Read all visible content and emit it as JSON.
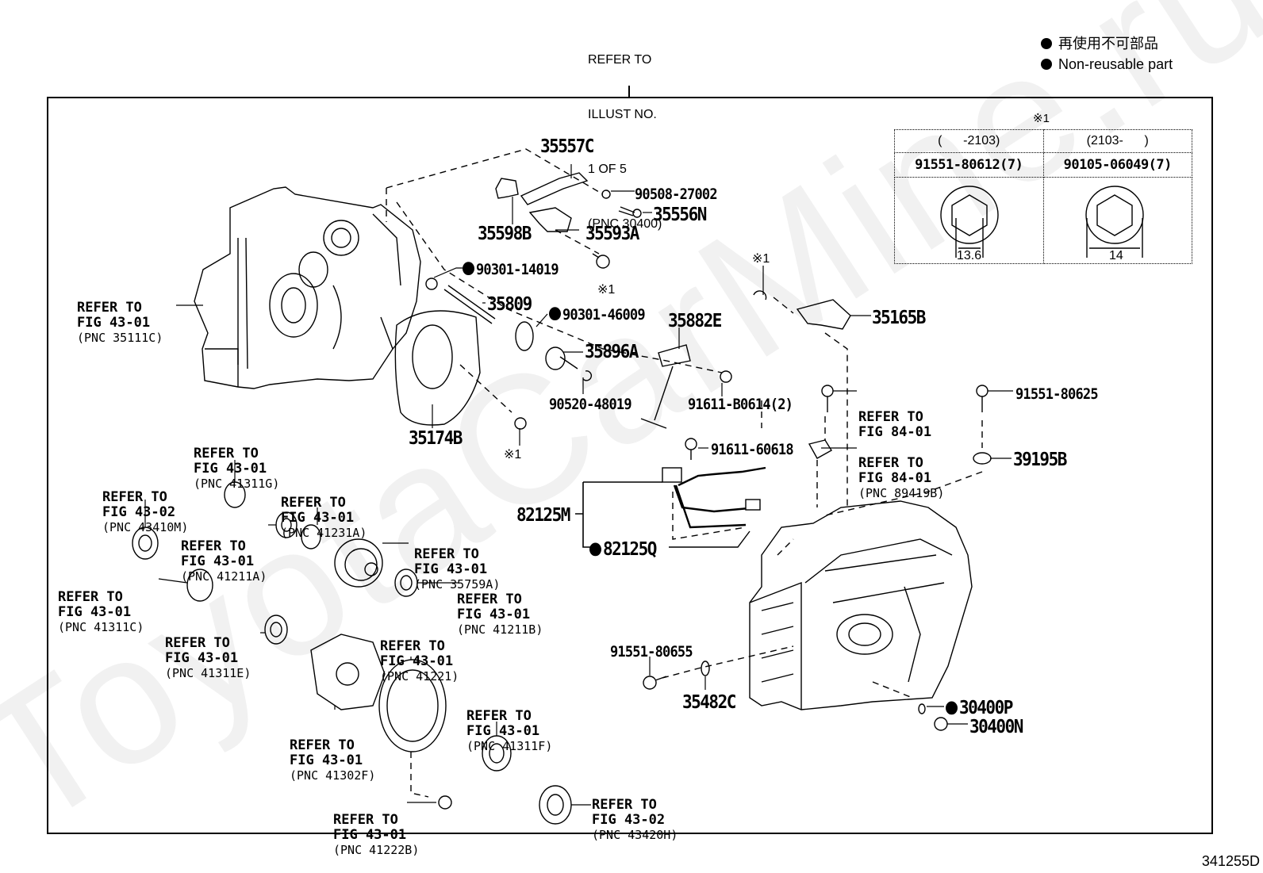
{
  "header": {
    "refer_note": [
      "REFER TO",
      "ILLUST NO.",
      "1 OF 5",
      "(PNC 30400)"
    ]
  },
  "legend": {
    "items": [
      {
        "symbol": "filled-circle",
        "label": "再使用不可部品"
      },
      {
        "symbol": "filled-circle",
        "label": "Non-reusable part"
      }
    ]
  },
  "watermark": "ToyotaCarMine.ru",
  "spec_table": {
    "note_mark": "※1",
    "columns": [
      {
        "range": "(      -2103)",
        "part": "91551-80612(7)",
        "dimension": "13.6"
      },
      {
        "range": "(2103-      )",
        "part": "90105-06049(7)",
        "dimension": "14"
      }
    ]
  },
  "part_labels": [
    {
      "id": "35557C",
      "text": "35557C",
      "non_reusable": false
    },
    {
      "id": "90508-27002",
      "text": "90508-27002",
      "non_reusable": false
    },
    {
      "id": "35556N",
      "text": "35556N",
      "non_reusable": false
    },
    {
      "id": "35598B",
      "text": "35598B",
      "non_reusable": false
    },
    {
      "id": "35593A",
      "text": "35593A",
      "non_reusable": false
    },
    {
      "id": "90301-14019",
      "text": "90301-14019",
      "non_reusable": true
    },
    {
      "id": "35809",
      "text": "35809",
      "non_reusable": false
    },
    {
      "id": "90301-46009",
      "text": "90301-46009",
      "non_reusable": true
    },
    {
      "id": "35882E",
      "text": "35882E",
      "non_reusable": false
    },
    {
      "id": "35896A",
      "text": "35896A",
      "non_reusable": false
    },
    {
      "id": "90520-48019",
      "text": "90520-48019",
      "non_reusable": false
    },
    {
      "id": "91611-B0614",
      "text": "91611-B0614(2)",
      "non_reusable": false
    },
    {
      "id": "35174B",
      "text": "35174B",
      "non_reusable": false
    },
    {
      "id": "35165B",
      "text": "35165B",
      "non_reusable": false
    },
    {
      "id": "91551-80625",
      "text": "91551-80625",
      "non_reusable": false
    },
    {
      "id": "39195B",
      "text": "39195B",
      "non_reusable": false
    },
    {
      "id": "91611-60618",
      "text": "91611-60618",
      "non_reusable": false
    },
    {
      "id": "82125M",
      "text": "82125M",
      "non_reusable": false
    },
    {
      "id": "82125Q",
      "text": "82125Q",
      "non_reusable": true
    },
    {
      "id": "91551-80655",
      "text": "91551-80655",
      "non_reusable": false
    },
    {
      "id": "35482C",
      "text": "35482C",
      "non_reusable": false
    },
    {
      "id": "30400P",
      "text": "30400P",
      "non_reusable": true
    },
    {
      "id": "30400N",
      "text": "30400N",
      "non_reusable": false
    }
  ],
  "note_marks": [
    "※1",
    "※1",
    "※1",
    "※1"
  ],
  "references": [
    {
      "lines": [
        "REFER TO",
        "FIG 43-01"
      ],
      "pnc": "(PNC 35111C)"
    },
    {
      "lines": [
        "REFER TO",
        "FIG 84-01"
      ],
      "pnc": ""
    },
    {
      "lines": [
        "REFER TO",
        "FIG 84-01"
      ],
      "pnc": "(PNC 89419B)"
    },
    {
      "lines": [
        "REFER TO",
        "FIG 43-01"
      ],
      "pnc": "(PNC 41311G)"
    },
    {
      "lines": [
        "REFER TO",
        "FIG 43-02"
      ],
      "pnc": "(PNC 43410M)"
    },
    {
      "lines": [
        "REFER TO",
        "FIG 43-01"
      ],
      "pnc": "(PNC 41231A)"
    },
    {
      "lines": [
        "REFER TO",
        "FIG 43-01"
      ],
      "pnc": "(PNC 41211A)"
    },
    {
      "lines": [
        "REFER TO",
        "FIG 43-01"
      ],
      "pnc": "(PNC 35759A)"
    },
    {
      "lines": [
        "REFER TO",
        "FIG 43-01"
      ],
      "pnc": "(PNC 41311C)"
    },
    {
      "lines": [
        "REFER TO",
        "FIG 43-01"
      ],
      "pnc": "(PNC 41211B)"
    },
    {
      "lines": [
        "REFER TO",
        "FIG 43-01"
      ],
      "pnc": "(PNC 41311E)"
    },
    {
      "lines": [
        "REFER TO",
        "FIG 43-01"
      ],
      "pnc": "(PNC 41221)"
    },
    {
      "lines": [
        "REFER TO",
        "FIG 43-01"
      ],
      "pnc": "(PNC 41311F)"
    },
    {
      "lines": [
        "REFER TO",
        "FIG 43-01"
      ],
      "pnc": "(PNC 41302F)"
    },
    {
      "lines": [
        "REFER TO",
        "FIG 43-01"
      ],
      "pnc": "(PNC 41222B)"
    },
    {
      "lines": [
        "REFER TO",
        "FIG 43-02"
      ],
      "pnc": "(PNC 43420H)"
    }
  ],
  "illustration_code": "341255D"
}
